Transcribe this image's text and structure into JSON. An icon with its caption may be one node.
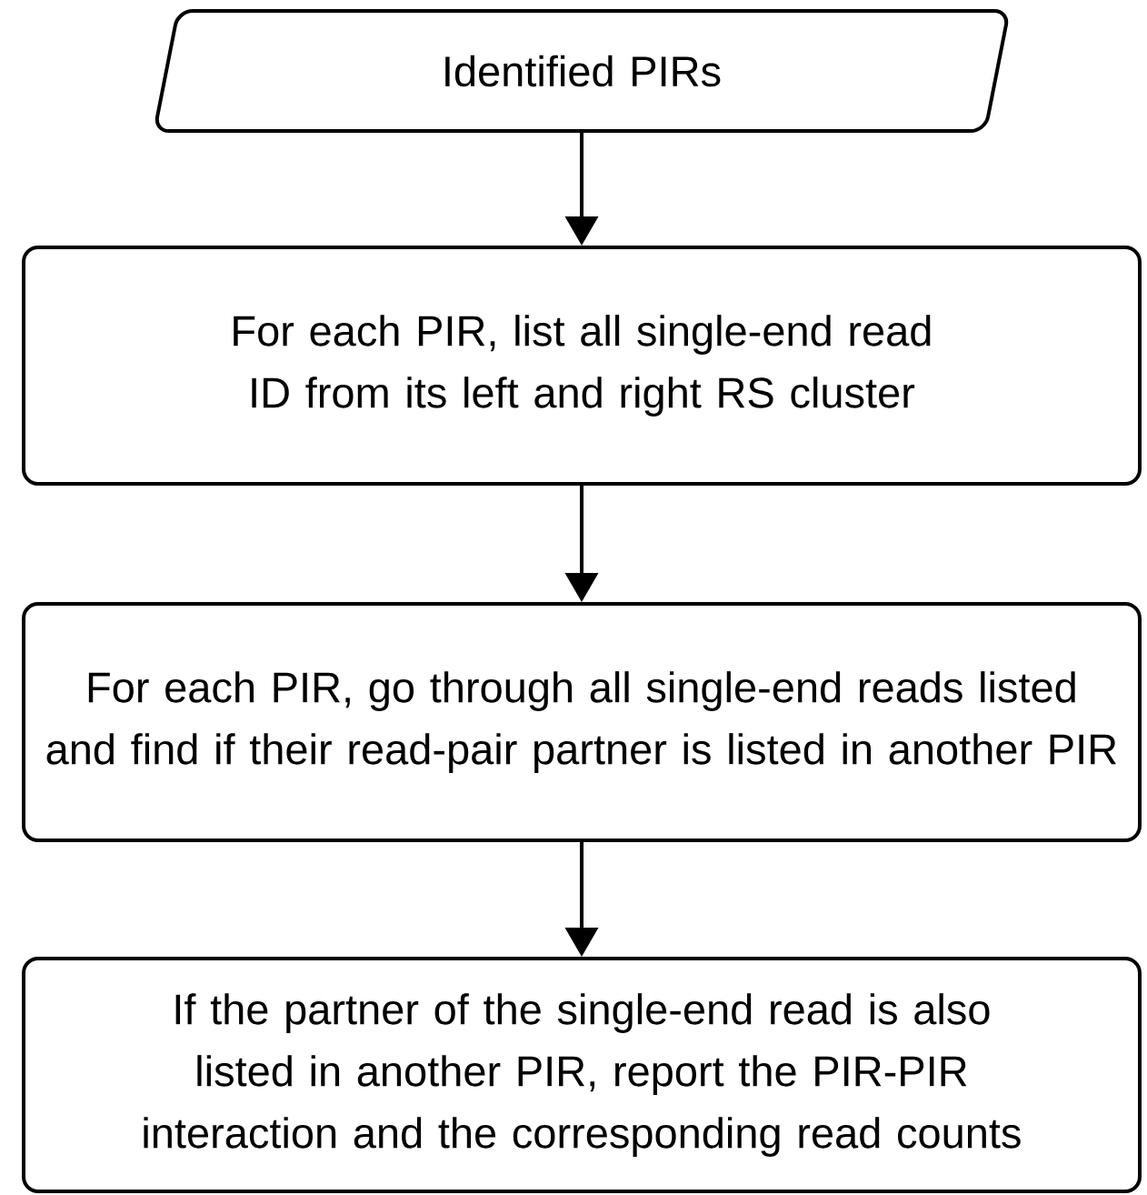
{
  "diagram": {
    "nodes": [
      {
        "text": [
          "Identified PIRs"
        ]
      },
      {
        "text": [
          "For each PIR, list all single-end read ID from its left and right RS cluster"
        ]
      },
      {
        "text": [
          "For each PIR, go through all single-end reads listed and  find if their read-pair partner is listed in another PIR"
        ]
      },
      {
        "text": [
          "If the partner of the single-end read is also listed in another PIR, report the PIR-PIR interaction and the corresponding read counts"
        ]
      }
    ],
    "edges": [
      {
        "from": 0,
        "to": 1,
        "arrow": "to"
      },
      {
        "from": 1,
        "to": 2,
        "arrow": "to"
      },
      {
        "from": 2,
        "to": 3,
        "arrow": "to"
      }
    ]
  }
}
